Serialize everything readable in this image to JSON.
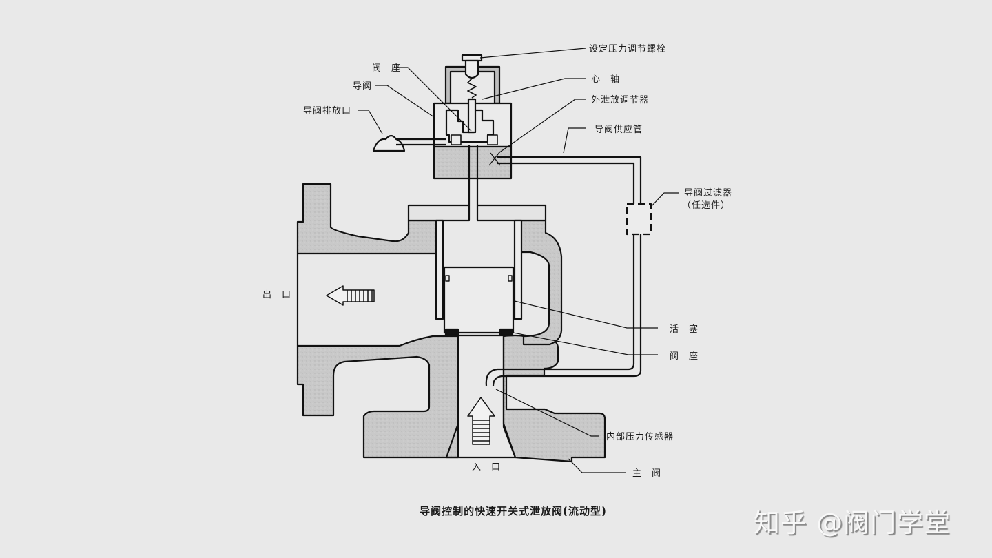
{
  "diagram": {
    "title": "导阀控制的快速开关式泄放阀(流动型)",
    "labels": {
      "set_pressure_bolt": "设定压力调节螺栓",
      "spindle": "心　轴",
      "blowdown_adjuster": "外泄放调节器",
      "pilot_supply_pipe": "导阀供应管",
      "pilot_seat": "阀　座",
      "pilot_valve": "导阀",
      "pilot_exhaust": "导阀排放口",
      "pilot_filter": "导阀过滤器",
      "pilot_filter_note": "（任选件）",
      "outlet": "出　口",
      "piston": "活　塞",
      "main_seat": "阀　座",
      "internal_pressure_sensor": "内部压力传感器",
      "inlet": "入　口",
      "main_valve": "主　阀"
    },
    "flow_directions": {
      "outlet_arrow": "left",
      "inlet_arrow": "up"
    }
  },
  "watermark": "知乎 @阀门学堂"
}
